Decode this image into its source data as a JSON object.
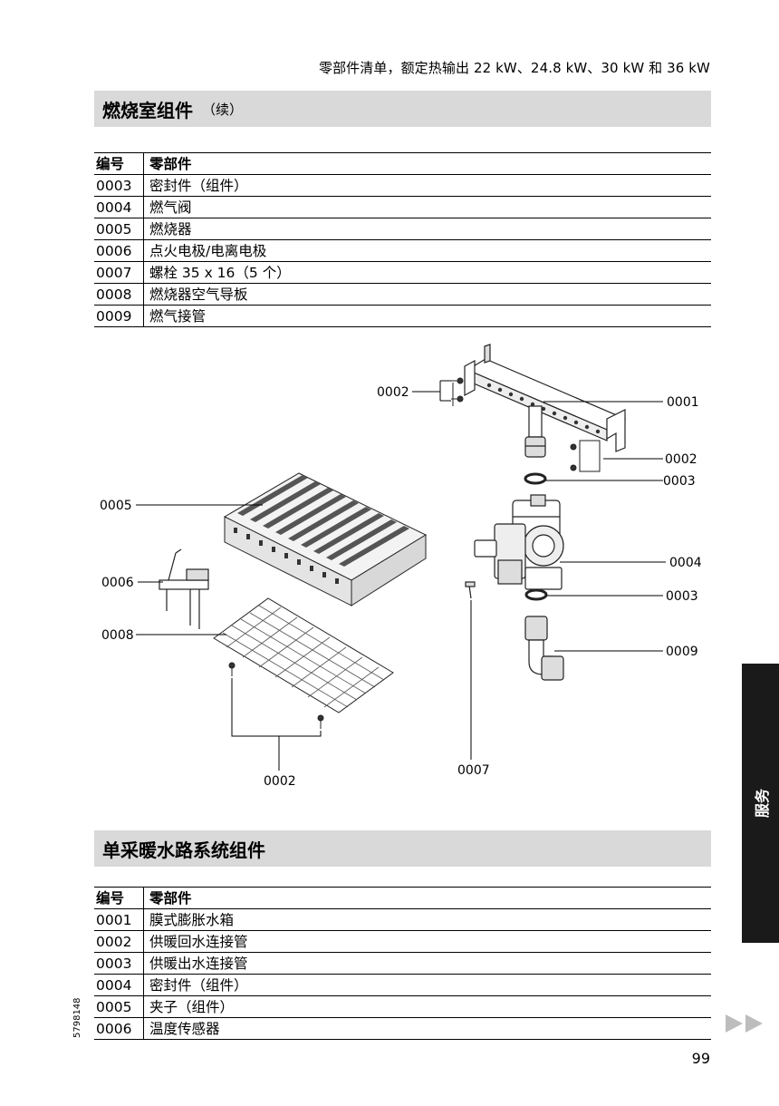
{
  "header": {
    "title": "零部件清单，额定热输出 22 kW、24.8 kW、30 kW 和 36 kW"
  },
  "section1": {
    "title": "燃烧室组件",
    "subtitle": "（续）",
    "col_no": "编号",
    "col_part": "零部件",
    "rows": [
      {
        "no": "0003",
        "part": "密封件（组件）"
      },
      {
        "no": "0004",
        "part": "燃气阀"
      },
      {
        "no": "0005",
        "part": "燃烧器"
      },
      {
        "no": "0006",
        "part": "点火电极/电离电极"
      },
      {
        "no": "0007",
        "part": "螺栓 35 x 16（5 个）"
      },
      {
        "no": "0008",
        "part": "燃烧器空气导板"
      },
      {
        "no": "0009",
        "part": "燃气接管"
      }
    ]
  },
  "diagram": {
    "callouts": {
      "c0002_top": "0002",
      "c0001": "0001",
      "c0002_right": "0002",
      "c0003_a": "0003",
      "c0005": "0005",
      "c0004": "0004",
      "c0006": "0006",
      "c0003_b": "0003",
      "c0008": "0008",
      "c0009": "0009",
      "c0007": "0007",
      "c0002_bottom": "0002"
    }
  },
  "section2": {
    "title": "单采暖水路系统组件",
    "col_no": "编号",
    "col_part": "零部件",
    "rows": [
      {
        "no": "0001",
        "part": "膜式膨胀水箱"
      },
      {
        "no": "0002",
        "part": "供暖回水连接管"
      },
      {
        "no": "0003",
        "part": "供暖出水连接管"
      },
      {
        "no": "0004",
        "part": "密封件（组件）"
      },
      {
        "no": "0005",
        "part": "夹子（组件）"
      },
      {
        "no": "0006",
        "part": "温度传感器"
      }
    ]
  },
  "side_tab": {
    "label": "服务"
  },
  "footer": {
    "doc_code": "5798148",
    "page_number": "99"
  }
}
